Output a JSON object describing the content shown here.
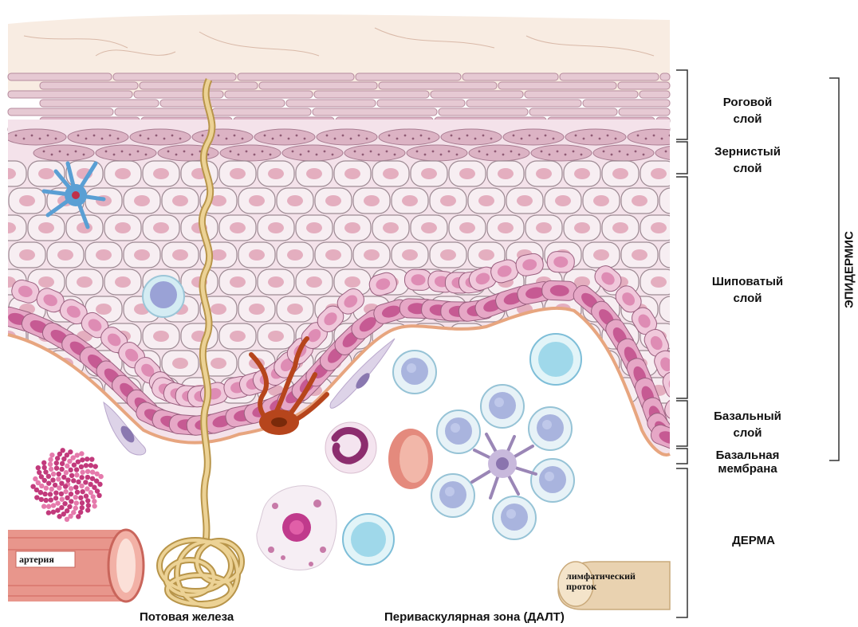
{
  "labels": {
    "stratum_corneum": [
      "Роговой",
      "слой"
    ],
    "stratum_granulosum": [
      "Зернистый",
      "слой"
    ],
    "stratum_spinosum": [
      "Шиповатый",
      "слой"
    ],
    "stratum_basale": [
      "Базальный",
      "слой"
    ],
    "basement_membrane": [
      "Базальная",
      "мембрана"
    ],
    "dermis": "ДЕРМА",
    "epidermis": "ЭПИДЕРМИС",
    "artery": "артерия",
    "lymph_duct": [
      "лимфатический",
      "проток"
    ],
    "sweat_gland": "Потовая железа",
    "perivascular_zone": "Периваскулярная зона (ДАЛТ)"
  },
  "colors": {
    "corneum": "#e6c9d3",
    "corneum_top": "#f6e6dc",
    "granular": "#dcb3c4",
    "spinous_cell": "#f7eef2",
    "spinous_nucleus": "#e4aebf",
    "basal_cell": "#e6a7c6",
    "basal_nucleus": "#c65a93",
    "membrane": "#e8a07a",
    "gland": "#e2c277",
    "artery": "#e8968c",
    "lymph_duct": "#e9d2b0",
    "lymphocyte": "#a9b4de",
    "plasma": "#9fd8ea",
    "melanocyte": "#b6451c",
    "langerhans": "#5a9fd4",
    "bracket": "#333333"
  }
}
